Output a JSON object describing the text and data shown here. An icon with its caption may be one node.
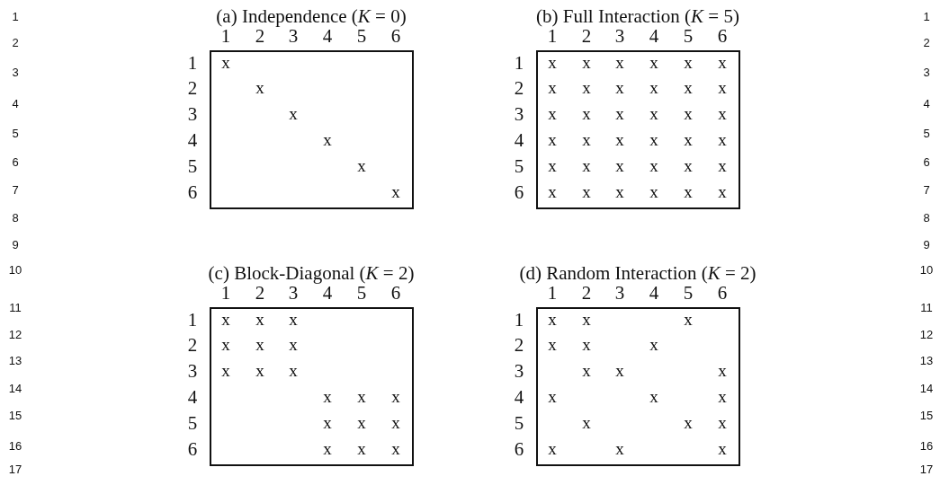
{
  "diagram": {
    "nodes": [
      {
        "text": [
          "(a) Independence (*K* = 0)"
        ]
      },
      {
        "text": [
          "(b) Full Interaction (*K* = 5)"
        ]
      },
      {
        "text": [
          "(c) Block-Diagonal (*K* = 2)"
        ]
      },
      {
        "text": [
          "(d) Random Interaction (*K* = 2)"
        ]
      }
    ],
    "edges": [],
    "labels": [
      "1",
      "2",
      "3",
      "4",
      "5",
      "6",
      "1",
      "2",
      "3",
      "4",
      "5",
      "6",
      "x",
      "x",
      "x",
      "x",
      "x",
      "x",
      "1",
      "2",
      "3",
      "4",
      "5",
      "6",
      "1",
      "2",
      "3",
      "4",
      "5",
      "6",
      "x",
      "x",
      "x",
      "x",
      "x",
      "x",
      "x",
      "x",
      "x",
      "x",
      "x",
      "x",
      "x",
      "x",
      "x",
      "x",
      "x",
      "x",
      "x",
      "x",
      "x",
      "x",
      "x",
      "x",
      "x",
      "x",
      "x",
      "x",
      "x",
      "x",
      "x",
      "x",
      "x",
      "x",
      "x",
      "x",
      "1",
      "2",
      "3",
      "4",
      "5",
      "6",
      "1",
      "2",
      "3",
      "4",
      "5",
      "6",
      "x",
      "x",
      "x",
      "x",
      "x",
      "x",
      "x",
      "x",
      "x",
      "x",
      "x",
      "x",
      "x",
      "x",
      "x",
      "x",
      "x",
      "x",
      "1",
      "2",
      "3",
      "4",
      "5",
      "6",
      "1",
      "2",
      "3",
      "4",
      "5",
      "6",
      "x",
      "x",
      "x",
      "x",
      "x",
      "x",
      "x",
      "x",
      "x",
      "x",
      "x",
      "x",
      "x",
      "x",
      "x",
      "x",
      "x",
      "x",
      "1",
      "2",
      "3",
      "4",
      "5",
      "6",
      "7",
      "8",
      "9",
      "10",
      "11",
      "12",
      "13",
      "14",
      "15",
      "16",
      "17",
      "1",
      "2",
      "3",
      "4",
      "5",
      "6",
      "7",
      "8",
      "9",
      "10",
      "11",
      "12",
      "13",
      "14",
      "15",
      "16",
      "17"
    ]
  }
}
